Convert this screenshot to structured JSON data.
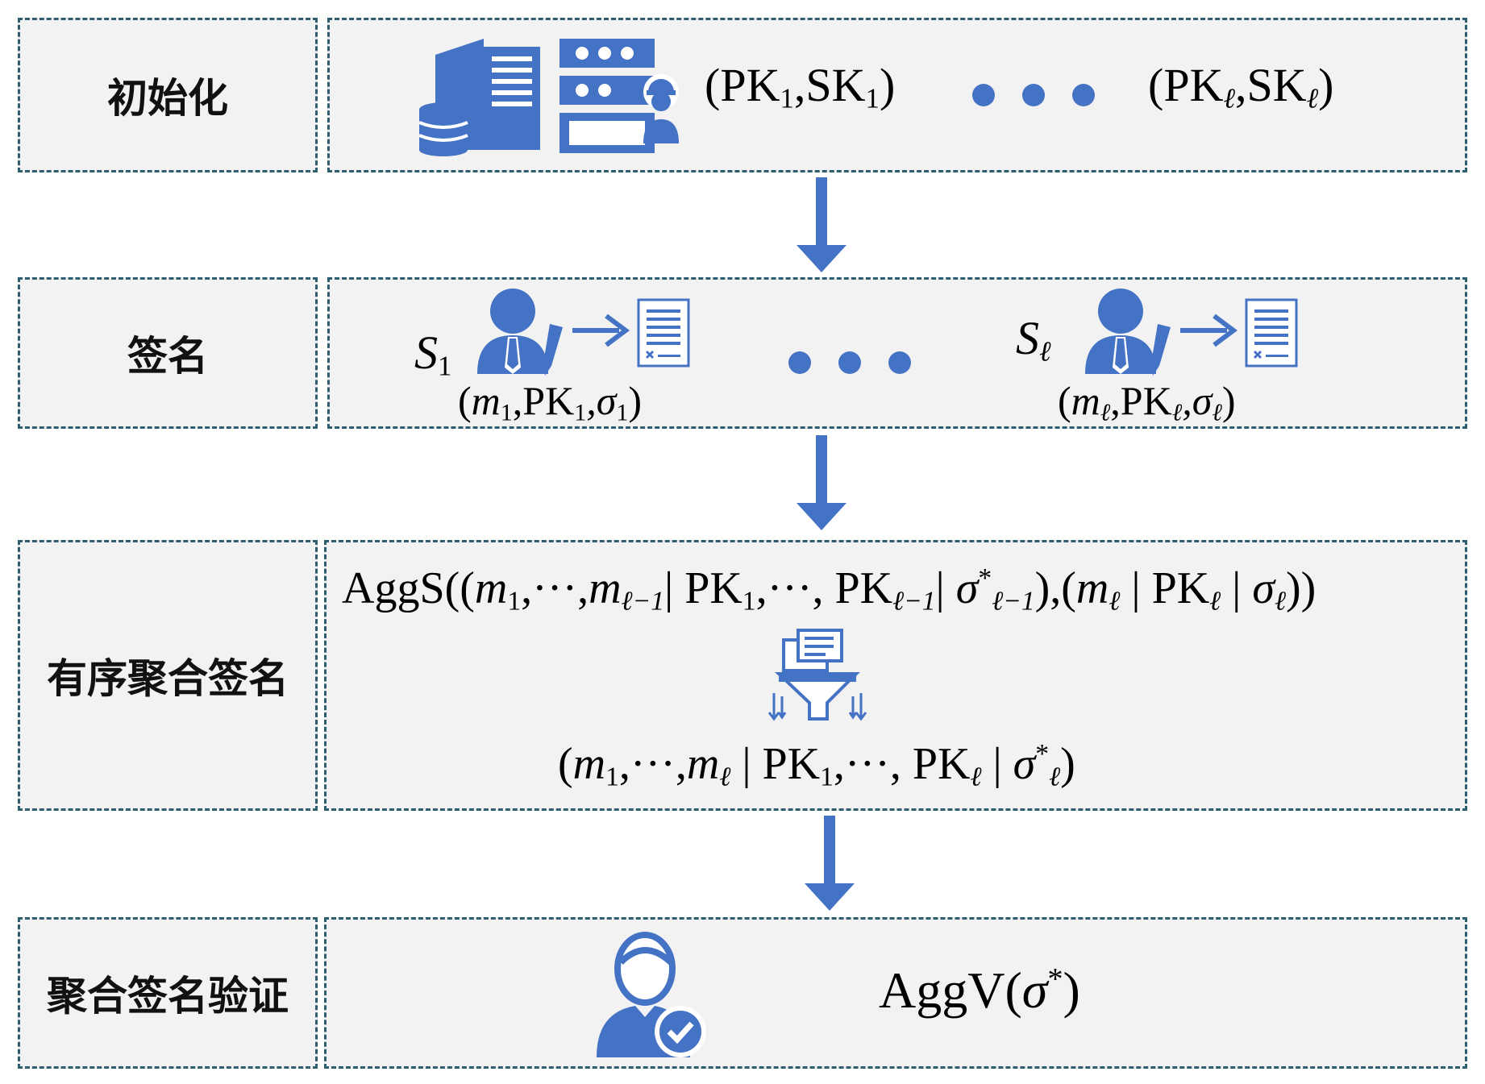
{
  "rows": [
    {
      "label": "初始化"
    },
    {
      "label": "签名"
    },
    {
      "label": "有序聚合签名"
    },
    {
      "label": "聚合签名验证"
    }
  ],
  "init": {
    "left_pair": {
      "open": "(PK",
      "sub1": "1",
      "mid": ",SK",
      "sub2": "1",
      "close": ")"
    },
    "right_pair": {
      "open": "(PK",
      "sub1": "ℓ",
      "mid": ",SK",
      "sub2": "ℓ",
      "close": ")"
    },
    "ellipsis_count": 3
  },
  "sign": {
    "signer_1": {
      "name": "S",
      "sub": "1",
      "tuple": {
        "open": "(",
        "m": "m",
        "msub": "1",
        "pk": ",PK",
        "pksub": "1",
        "sig": ",σ",
        "sigsub": "1",
        "close": ")"
      }
    },
    "signer_l": {
      "name": "S",
      "sub": "ℓ",
      "tuple": {
        "open": "(",
        "m": "m",
        "msub": "ℓ",
        "pk": ",PK",
        "pksub": "ℓ",
        "sig": ",σ",
        "sigsub": "ℓ",
        "close": ")"
      }
    },
    "ellipsis_count": 3
  },
  "aggregate": {
    "func": "AggS",
    "line1": {
      "p1": "((",
      "m1": "m",
      "m1sub": "1",
      "c1": ",···,",
      "m2": "m",
      "m2sub": "ℓ−1",
      "bar1": "| PK",
      "pk1sub": "1",
      "c2": ",···, PK",
      "pk2sub": "ℓ−1",
      "bar2": "| ",
      "sig": "σ",
      "sigsup": "*",
      "sigsub": "ℓ−1",
      "p2": "),(",
      "m3": "m",
      "m3sub": "ℓ",
      "bar3": " | PK",
      "pk3sub": "ℓ",
      "bar4": " | ",
      "sig2": "σ",
      "sig2sub": "ℓ",
      "p3": "))"
    },
    "line2": {
      "p1": "(",
      "m1": "m",
      "m1sub": "1",
      "c1": ",···,",
      "m2": "m",
      "m2sub": "ℓ",
      "bar1": " | PK",
      "pk1sub": "1",
      "c2": ",···, PK",
      "pk2sub": "ℓ",
      "bar2": " | ",
      "sig": "σ",
      "sigsup": "*",
      "sigsub": "ℓ",
      "p2": ")"
    }
  },
  "verify": {
    "func": "AggV",
    "open": "(",
    "sig": "σ",
    "sup": "*",
    "close": ")"
  },
  "colors": {
    "accent": "#4472c4",
    "border": "#2d5d6e",
    "box_fill": "#f2f2f2"
  },
  "icons": [
    "server-icon",
    "database-icon",
    "admin-server-icon",
    "signer-icon",
    "pen-icon",
    "arrow-right-icon",
    "document-icon",
    "funnel-icon",
    "verified-user-icon",
    "down-arrow-icon"
  ]
}
